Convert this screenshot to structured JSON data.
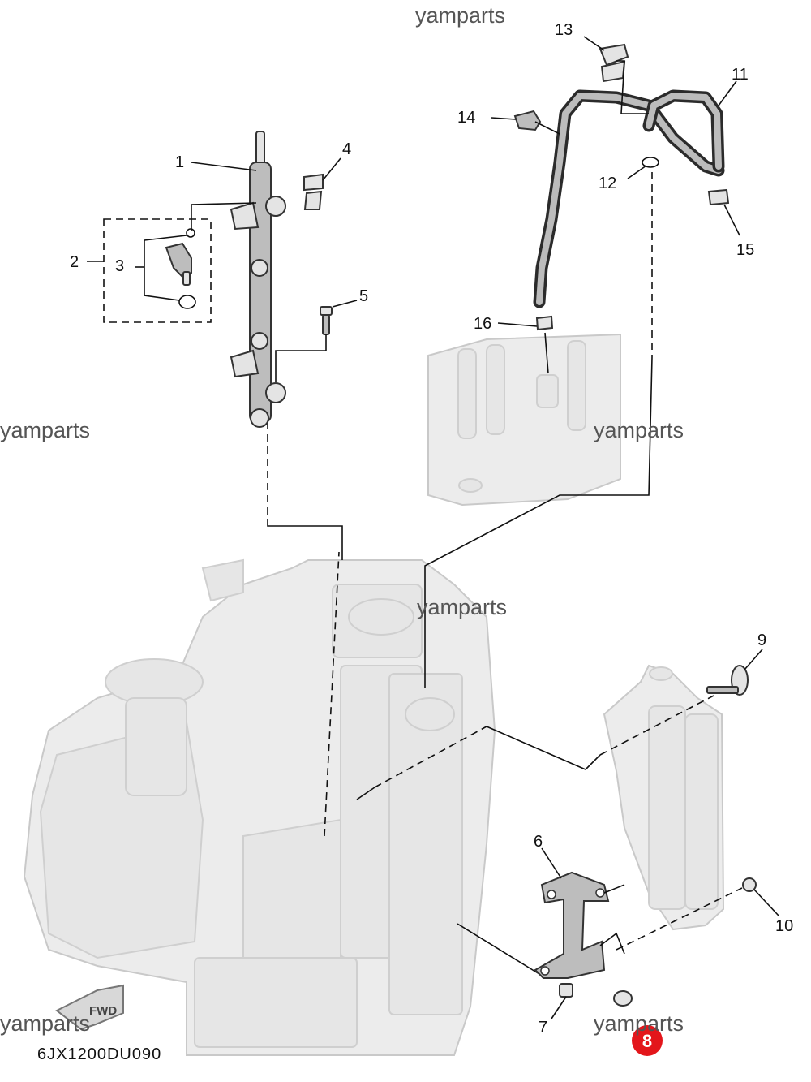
{
  "watermark": "yamparts",
  "drawing_code": "6JX1200DU090",
  "fwd_label": "FWD",
  "highlighted_part": "8",
  "highlight_color": "#e3161b",
  "callouts": [
    "1",
    "2",
    "3",
    "4",
    "5",
    "6",
    "7",
    "9",
    "10",
    "11",
    "12",
    "13",
    "14",
    "15",
    "16"
  ]
}
